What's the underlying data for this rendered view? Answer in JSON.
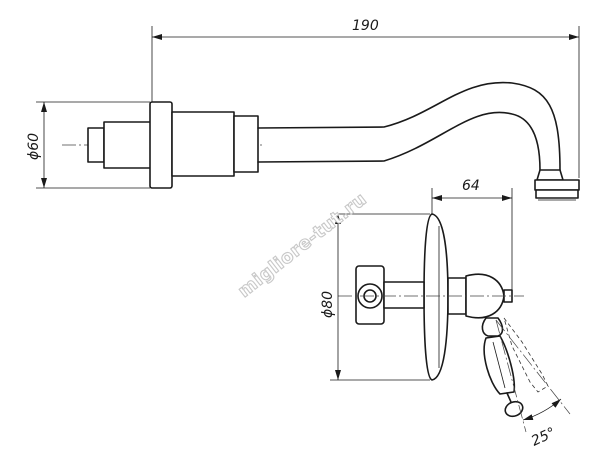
{
  "dimensions": {
    "spout_length": "190",
    "spout_diameter": "ϕ60",
    "valve_depth": "64",
    "plate_diameter": "ϕ80",
    "handle_angle": "25°"
  },
  "watermark": {
    "text": "migliore-tut.ru"
  },
  "colors": {
    "line": "#1a1a1a",
    "watermark_outline": "#c8c8c8",
    "background": "#ffffff"
  }
}
